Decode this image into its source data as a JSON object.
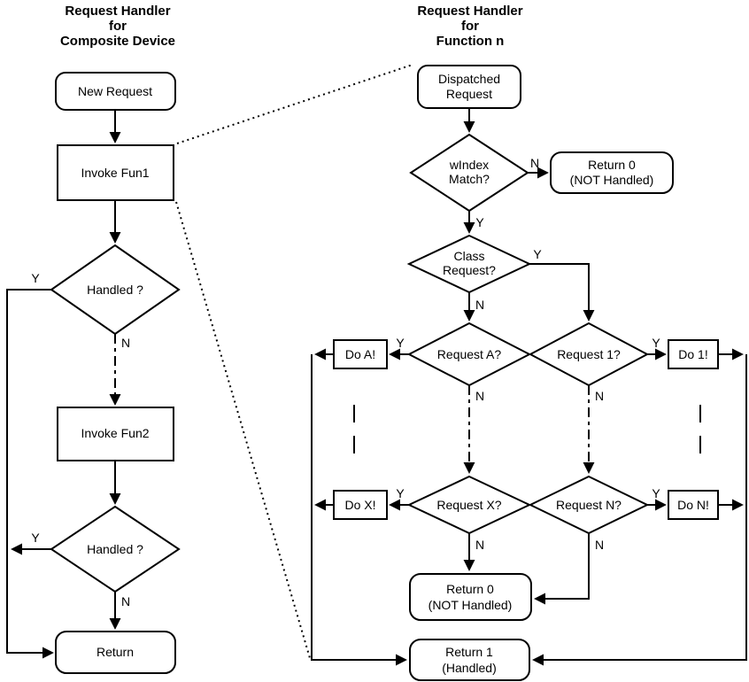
{
  "left": {
    "title": [
      "Request Handler",
      "for",
      "Composite Device"
    ],
    "new_request": "New Request",
    "invoke_fun1": "Invoke Fun1",
    "handled1": "Handled ?",
    "invoke_fun2": "Invoke Fun2",
    "handled2": "Handled ?",
    "return_node": "Return"
  },
  "right": {
    "title": [
      "Request Handler",
      "for",
      "Function n"
    ],
    "dispatched": [
      "Dispatched",
      "Request"
    ],
    "windex": [
      "wIndex",
      "Match?"
    ],
    "return0_top": [
      "Return 0",
      "(NOT Handled)"
    ],
    "class_request": [
      "Class",
      "Request?"
    ],
    "request_a": "Request A?",
    "request_1": "Request 1?",
    "do_a": "Do A!",
    "do_1": "Do 1!",
    "request_x": "Request X?",
    "request_n": "Request N?",
    "do_x": "Do X!",
    "do_n": "Do N!",
    "return0_bottom": [
      "Return 0",
      "(NOT Handled)"
    ],
    "return1": [
      "Return 1",
      "(Handled)"
    ]
  },
  "labels": {
    "yes": "Y",
    "no": "N"
  },
  "colors": {
    "line": "#000000",
    "fill": "#ffffff",
    "text": "#000000"
  }
}
